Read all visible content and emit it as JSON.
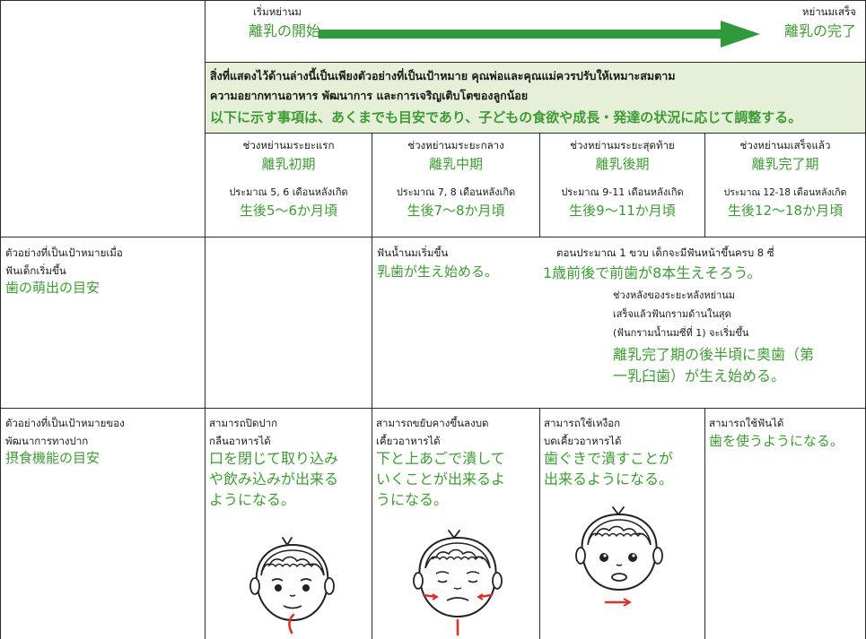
{
  "header": {
    "start_th": "เริ่มหย่านม",
    "start_jp": "離乳の開始",
    "end_th": "หย่านมเสร็จ",
    "end_jp": "離乳の完了"
  },
  "note": {
    "th_line1": "สิ่งที่แสดงไว้ด้านล่างนี้เป็นเพียงตัวอย่างที่เป็นเป้าหมาย คุณพ่อและคุณแม่ควรปรับให้เหมาะสมตาม",
    "th_line2": "ความอยากทานอาหาร พัฒนาการ และการเจริญเติบโตของลูกน้อย",
    "jp": "以下に示す事項は、あくまでも目安であり、子どもの食欲や成長・発達の状況に応じて調整する。"
  },
  "stages": [
    {
      "th": "ช่วงหย่านมระยะแรก",
      "jp": "離乳初期",
      "age_th": "ประมาณ 5, 6 เดือนหลังเกิด",
      "age_jp": "生後5〜6か月頃"
    },
    {
      "th": "ช่วงหย่านมระยะกลาง",
      "jp": "離乳中期",
      "age_th": "ประมาณ 7, 8 เดือนหลังเกิด",
      "age_jp": "生後7〜8か月頃"
    },
    {
      "th": "ช่วงหย่านมระยะสุดท้าย",
      "jp": "離乳後期",
      "age_th": "ประมาณ 9-11 เดือนหลังเกิด",
      "age_jp": "生後9〜11か月頃"
    },
    {
      "th": "ช่วงหย่านมเสร็จแล้ว",
      "jp": "離乳完了期",
      "age_th": "ประมาณ 12-18 เดือนหลังเกิด",
      "age_jp": "生後12〜18か月頃"
    }
  ],
  "teeth": {
    "label_th1": "ตัวอย่างที่เป็นเป้าหมายเมื่อ",
    "label_th2": "ฟันเด็กเริ่มขึ้น",
    "label_jp": "歯の萌出の目安",
    "mid_th": "ฟันน้ำนมเริ่มขึ้น",
    "mid_jp": "乳歯が生え始める。",
    "late_th": "ตอนประมาณ 1 ขวบ เด็กจะมีฟันหน้าขึ้นครบ 8 ซี่",
    "late_jp": "1歳前後で前歯が8本生えそろう。",
    "molar_th1": "ช่วงหลังของระยะหลังหย่านม",
    "molar_th2": "เสร็จแล้วฟันกรามด้านในสุด",
    "molar_th3": "(ฟันกรามน้ำนมซี่ที่ 1) จะเริ่มขึ้น",
    "molar_jp1": "離乳完了期の後半頃に奥歯（第",
    "molar_jp2": "一乳臼歯）が生え始める。"
  },
  "oral": {
    "label_th1": "ตัวอย่างที่เป็นเป้าหมายของ",
    "label_th2": "พัฒนาการทางปาก",
    "label_jp": "摂食機能の目安",
    "s1_th1": "สามารถปิดปาก",
    "s1_th2": "กลืนอาหารได้",
    "s1_jp1": "口を閉じて取り込み",
    "s1_jp2": "や飲み込みが出来る",
    "s1_jp3": "ようになる。",
    "s2_th1": "สามารถขยับคางขึ้นลงบด",
    "s2_th2": "เคี้ยวอาหารได้",
    "s2_jp1": "下と上あごで潰して",
    "s2_jp2": "いくことが出来るよ",
    "s2_jp3": "うになる。",
    "s3_th1": "สามารถใช้เหงือก",
    "s3_th2": "บดเคี้ยวอาหารได้",
    "s3_jp1": "歯ぐきで潰すことが",
    "s3_jp2": "出来るようになる。",
    "s4_th": "สามารถใช้ฟันได้",
    "s4_jp": "歯を使うようになる。"
  },
  "colors": {
    "accent_green": "#3e9b34",
    "arrow_green": "#2f9a3c",
    "note_bg": "#e6f0d8",
    "line": "#2b2b2b",
    "red_mark": "#d8342a"
  }
}
